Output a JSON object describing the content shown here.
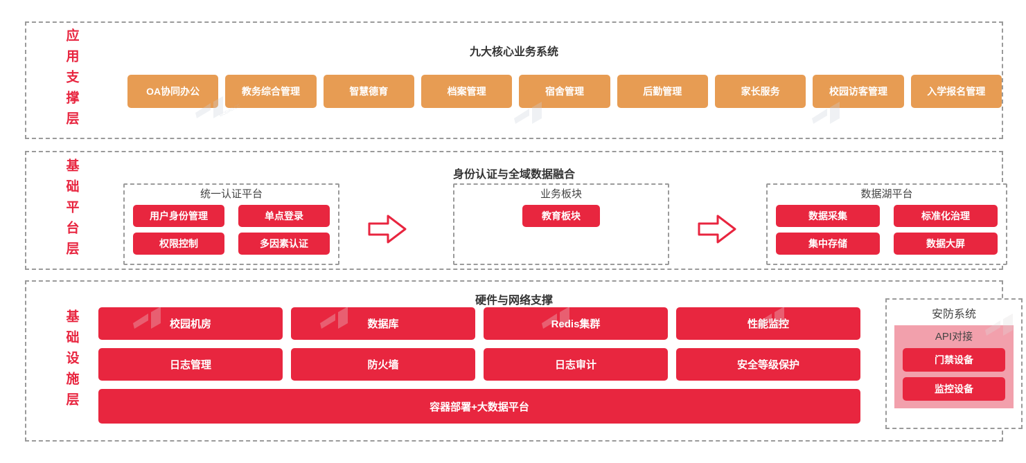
{
  "layers": [
    {
      "id": "application-support",
      "label": "应用支撑层",
      "title": "九大核心业务系统",
      "systems": [
        "OA协同办公",
        "教务综合管理",
        "智慧德育",
        "档案管理",
        "宿舍管理",
        "后勤管理",
        "家长服务",
        "校园访客管理",
        "入学报名管理"
      ]
    },
    {
      "id": "base-platform",
      "label": "基础平台层",
      "title": "身份认证与全域数据融合",
      "panels": [
        {
          "title": "统一认证平台",
          "items": [
            "用户身份管理",
            "单点登录",
            "权限控制",
            "多因素认证"
          ]
        },
        {
          "title": "业务板块",
          "items": [
            "教育板块"
          ]
        },
        {
          "title": "数据湖平台",
          "items": [
            "数据采集",
            "标准化治理",
            "集中存储",
            "数据大屏"
          ]
        }
      ],
      "arrows": [
        "arrow-right",
        "arrow-right"
      ]
    },
    {
      "id": "infrastructure",
      "label": "基础设施层",
      "title": "硬件与网络支撑",
      "row1": [
        "校园机房",
        "数据库",
        "Redis集群",
        "性能监控"
      ],
      "row2": [
        "日志管理",
        "防火墙",
        "日志审计",
        "安全等级保护"
      ],
      "full_bar": "容器部署+大数据平台",
      "security": {
        "title": "安防系统",
        "api_label": "API对接",
        "devices": [
          "门禁设备",
          "监控设备"
        ]
      }
    }
  ],
  "colors": {
    "orange": "#E79C53",
    "red": "#E8263F",
    "pink": "#F2A0AC",
    "dashed_border": "#9A9A9A",
    "label_red": "#E8253F",
    "title_text": "#333333"
  }
}
